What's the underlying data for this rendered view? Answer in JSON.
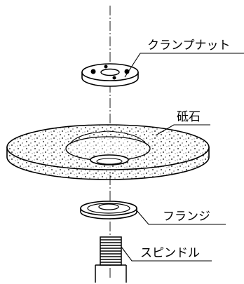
{
  "labels": {
    "clamp_nut": "クランプナット",
    "grinding_wheel": "砥石",
    "flange": "フランジ",
    "spindle": "スピンドル"
  },
  "colors": {
    "line": "#000000",
    "background": "#ffffff"
  }
}
